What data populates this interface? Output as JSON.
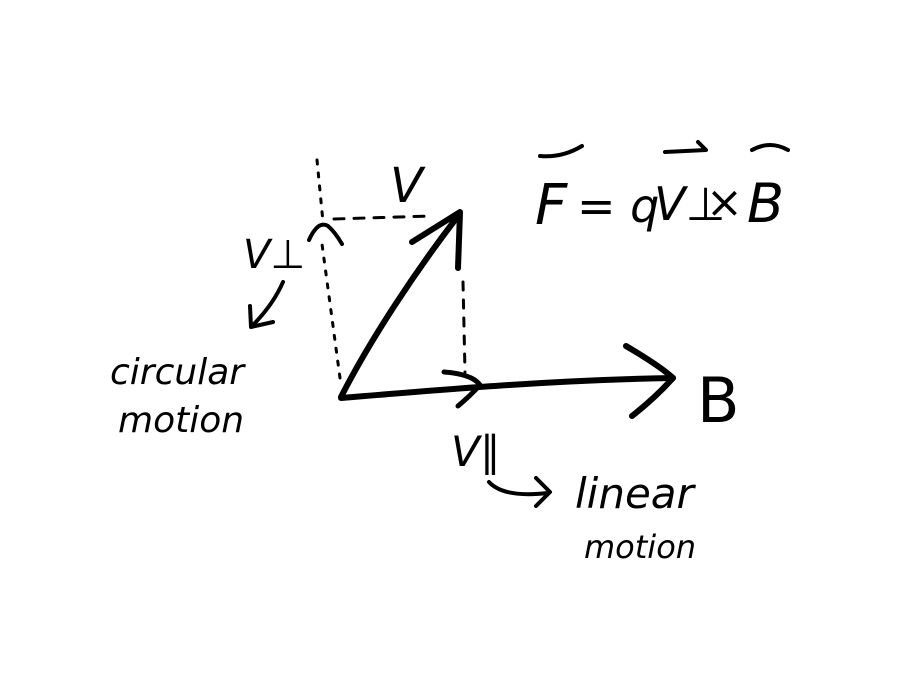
{
  "diagram": {
    "equation": {
      "F": "F",
      "equals_q": "= q",
      "v_perp": "V⊥",
      "times": "×",
      "B": "B"
    },
    "labels": {
      "v": "V",
      "v_perp": "V⊥",
      "v_parallel": "V∥",
      "b": "B",
      "circular_line1": "circular",
      "circular_line2": "motion",
      "linear_line1": "linear",
      "linear_line2": "motion"
    },
    "colors": {
      "ink": "#000000",
      "background": "#ffffff"
    }
  }
}
